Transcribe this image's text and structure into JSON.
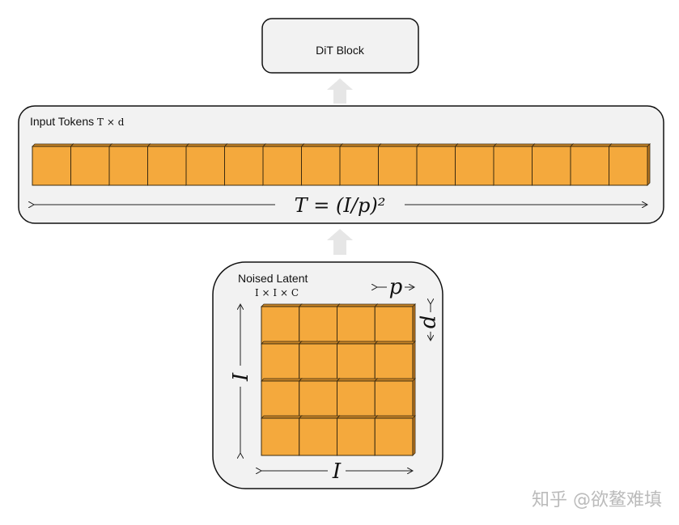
{
  "dit_block": {
    "label": "DiT Block"
  },
  "tokens": {
    "title": "Input Tokens",
    "shape": "T × d",
    "count": 16,
    "formula": "T = (I/p)²"
  },
  "latent": {
    "title": "Noised Latent",
    "shape": "I × I × C",
    "grid": 4,
    "side_label": "I",
    "bottom_label": "I",
    "patch_w_label": "p",
    "patch_h_label": "p"
  },
  "colors": {
    "token": "#f4a93d",
    "edge": "#3a2a10",
    "panel": "#f2f2f2",
    "arrow": "#e6e6e6"
  },
  "watermark": "知乎 @欲鳌难填"
}
